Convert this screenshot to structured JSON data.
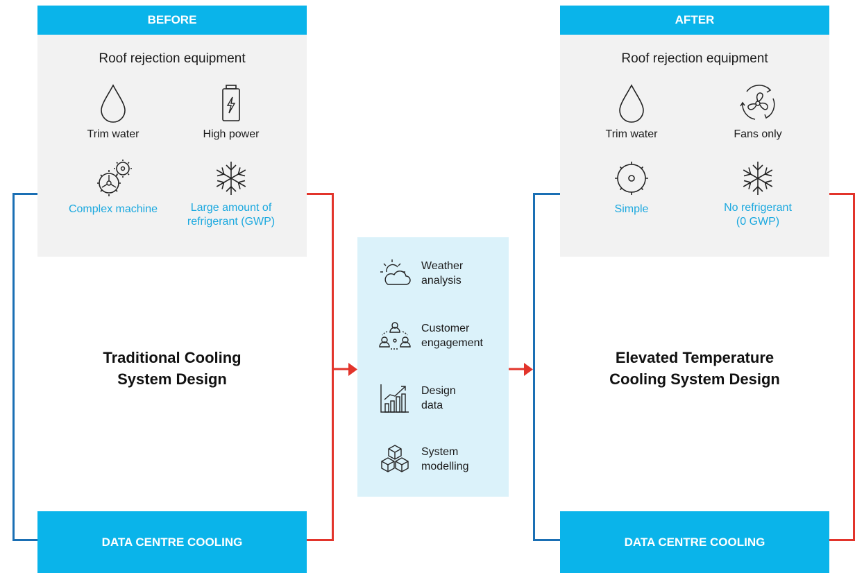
{
  "colors": {
    "accent": "#0ab4ea",
    "blue_line": "#1a6fb4",
    "red_line": "#e2342b",
    "panel_grey": "#f2f2f2",
    "center_bg": "#dbf2fa",
    "label_accent": "#1aa8df"
  },
  "before": {
    "header": "BEFORE",
    "panel_title": "Roof rejection equipment",
    "items": [
      {
        "icon": "water-drop-icon",
        "label": "Trim water",
        "accent": false
      },
      {
        "icon": "battery-icon",
        "label": "High power",
        "accent": false
      },
      {
        "icon": "gears-icon",
        "label": "Complex machine",
        "accent": true
      },
      {
        "icon": "snowflake-icon",
        "label_line1": "Large amount of",
        "label_line2": "refrigerant (GWP)",
        "accent": true
      }
    ],
    "system_title_line1": "Traditional Cooling",
    "system_title_line2": "System Design",
    "footer": "DATA CENTRE COOLING"
  },
  "after": {
    "header": "AFTER",
    "panel_title": "Roof rejection equipment",
    "items": [
      {
        "icon": "water-drop-icon",
        "label": "Trim water",
        "accent": false
      },
      {
        "icon": "fan-icon",
        "label": "Fans only",
        "accent": false
      },
      {
        "icon": "simple-gear-icon",
        "label": "Simple",
        "accent": true
      },
      {
        "icon": "snowflake-icon",
        "label_line1": "No refrigerant",
        "label_line2": "(0 GWP)",
        "accent": true
      }
    ],
    "system_title_line1": "Elevated Temperature",
    "system_title_line2": "Cooling System Design",
    "footer": "DATA CENTRE COOLING"
  },
  "process": [
    {
      "icon": "weather-icon",
      "line1": "Weather",
      "line2": "analysis"
    },
    {
      "icon": "people-icon",
      "line1": "Customer",
      "line2": "engagement"
    },
    {
      "icon": "chart-icon",
      "line1": "Design",
      "line2": "data"
    },
    {
      "icon": "cubes-icon",
      "line1": "System",
      "line2": "modelling"
    }
  ]
}
